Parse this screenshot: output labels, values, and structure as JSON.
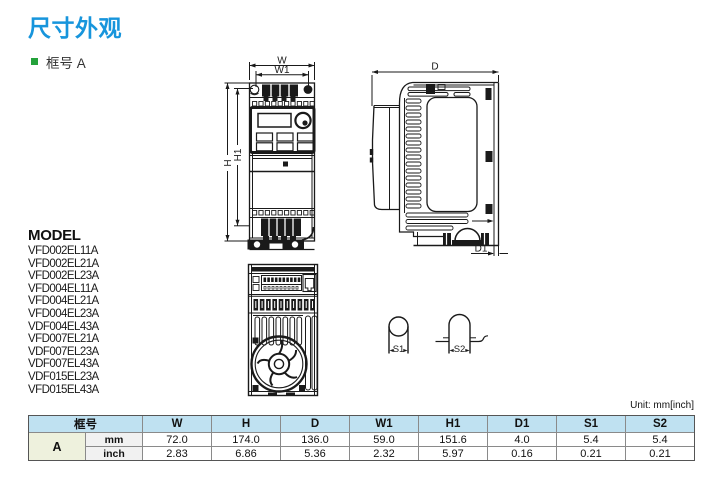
{
  "title": "尺寸外观",
  "accent_color": "#1795DC",
  "frame_section": {
    "bullet_color": "#24A23B",
    "label": "框号 A"
  },
  "model": {
    "heading": "MODEL",
    "items": [
      "VFD002EL11A",
      "VFD002EL21A",
      "VFD002EL23A",
      "VFD004EL11A",
      "VFD004EL21A",
      "VFD004EL23A",
      "VDF004EL43A",
      "VFD007EL21A",
      "VDF007EL23A",
      "VDF007EL43A",
      "VDF015EL23A",
      "VFD015EL43A"
    ]
  },
  "drawings": {
    "front_view": {
      "labels": {
        "w": "W",
        "w1": "W1",
        "h": "H",
        "h1": "H1"
      }
    },
    "side_view": {
      "labels": {
        "d": "D",
        "d1": "D1"
      }
    },
    "mounting_holes": {
      "labels": {
        "s1": "S1",
        "s2": "S2"
      }
    }
  },
  "table": {
    "unit_note": "Unit: mm[inch]",
    "frame_header": "框号",
    "frame_label": "A",
    "columns": [
      "W",
      "H",
      "D",
      "W1",
      "H1",
      "D1",
      "S1",
      "S2"
    ],
    "rows": [
      {
        "unit": "mm",
        "values": [
          "72.0",
          "174.0",
          "136.0",
          "59.0",
          "151.6",
          "4.0",
          "5.4",
          "5.4"
        ]
      },
      {
        "unit": "inch",
        "values": [
          "2.83",
          "6.86",
          "5.36",
          "2.32",
          "5.97",
          "0.16",
          "0.21",
          "0.21"
        ]
      }
    ],
    "colors": {
      "header_bg": "#BFE1F1",
      "frame_cell_bg": "#EEF1DD",
      "unit_cell_bg": "#F1F1F1"
    }
  }
}
